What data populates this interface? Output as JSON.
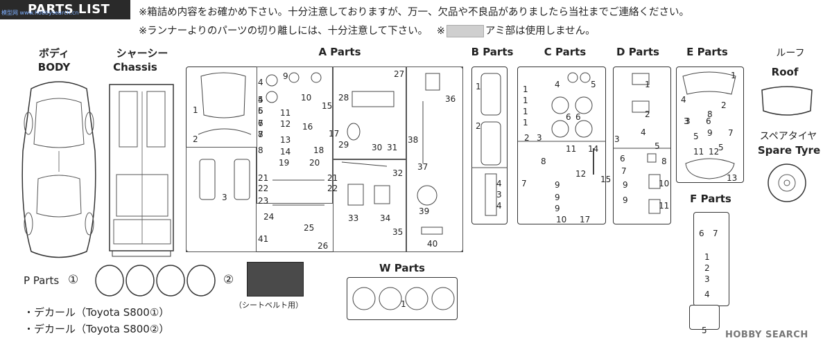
{
  "header": {
    "title": "PARTS LIST",
    "watermark": "模型网 www.hobbysearch.cn"
  },
  "notes": {
    "line1": "※箱詰め内容をお確かめ下さい。十分注意しておりますが、万一、欠品や不良品がありましたら当社までご連絡ください。",
    "line2_a": "※ランナーよりのパーツの切り離しには、十分注意して下さい。",
    "line2_b": "※",
    "line2_c": "アミ部は使用しません。"
  },
  "body": {
    "jp": "ボディ",
    "en": "BODY"
  },
  "chassis": {
    "jp": "シャーシー",
    "en": "Chassis"
  },
  "roof": {
    "jp": "ルーフ",
    "en": "Roof"
  },
  "spare": {
    "jp": "スペアタイヤ",
    "en": "Spare Tyre"
  },
  "runners": {
    "a": {
      "title": "A Parts",
      "labels": [
        "1",
        "2",
        "3",
        "4",
        "5",
        "6",
        "7",
        "8",
        "4",
        "5",
        "6",
        "7",
        "8",
        "9",
        "10",
        "11",
        "12",
        "13",
        "14",
        "15",
        "16",
        "17",
        "18",
        "19",
        "20",
        "21",
        "22",
        "23",
        "21",
        "22",
        "24",
        "25",
        "26",
        "41",
        "27",
        "28",
        "29",
        "30",
        "31",
        "32",
        "33",
        "34",
        "35",
        "36",
        "37",
        "38",
        "39",
        "40"
      ]
    },
    "b": {
      "title": "B Parts",
      "labels": [
        "1",
        "2",
        "4",
        "3",
        "4"
      ]
    },
    "c": {
      "title": "C Parts",
      "labels": [
        "1",
        "1",
        "1",
        "1",
        "2",
        "3",
        "4",
        "5",
        "6",
        "6",
        "7",
        "8",
        "9",
        "9",
        "9",
        "10",
        "11",
        "12",
        "14",
        "15",
        "17"
      ]
    },
    "d": {
      "title": "D Parts",
      "labels": [
        "1",
        "2",
        "3",
        "4",
        "5",
        "6",
        "7",
        "9",
        "9",
        "8",
        "10",
        "11"
      ]
    },
    "e": {
      "title": "E Parts",
      "labels": [
        "1",
        "2",
        "3",
        "4",
        "5",
        "6",
        "7",
        "8",
        "9",
        "3",
        "5",
        "11",
        "12",
        "13"
      ]
    },
    "f": {
      "title": "F Parts",
      "labels": [
        "6",
        "7",
        "1",
        "2",
        "3",
        "4",
        "5"
      ]
    },
    "w": {
      "title": "W Parts",
      "labels": [
        "1"
      ]
    }
  },
  "p_parts": {
    "title": "P Parts",
    "mark1": "①",
    "mark2": "②",
    "seatbelt": "（シートベルト用）"
  },
  "decals": [
    {
      "prefix": "・デカール",
      "name": "（Toyota S800①）"
    },
    {
      "prefix": "・デカール",
      "name": "（Toyota S800②）"
    }
  ],
  "footer": {
    "logo": "HOBBY SEARCH"
  }
}
